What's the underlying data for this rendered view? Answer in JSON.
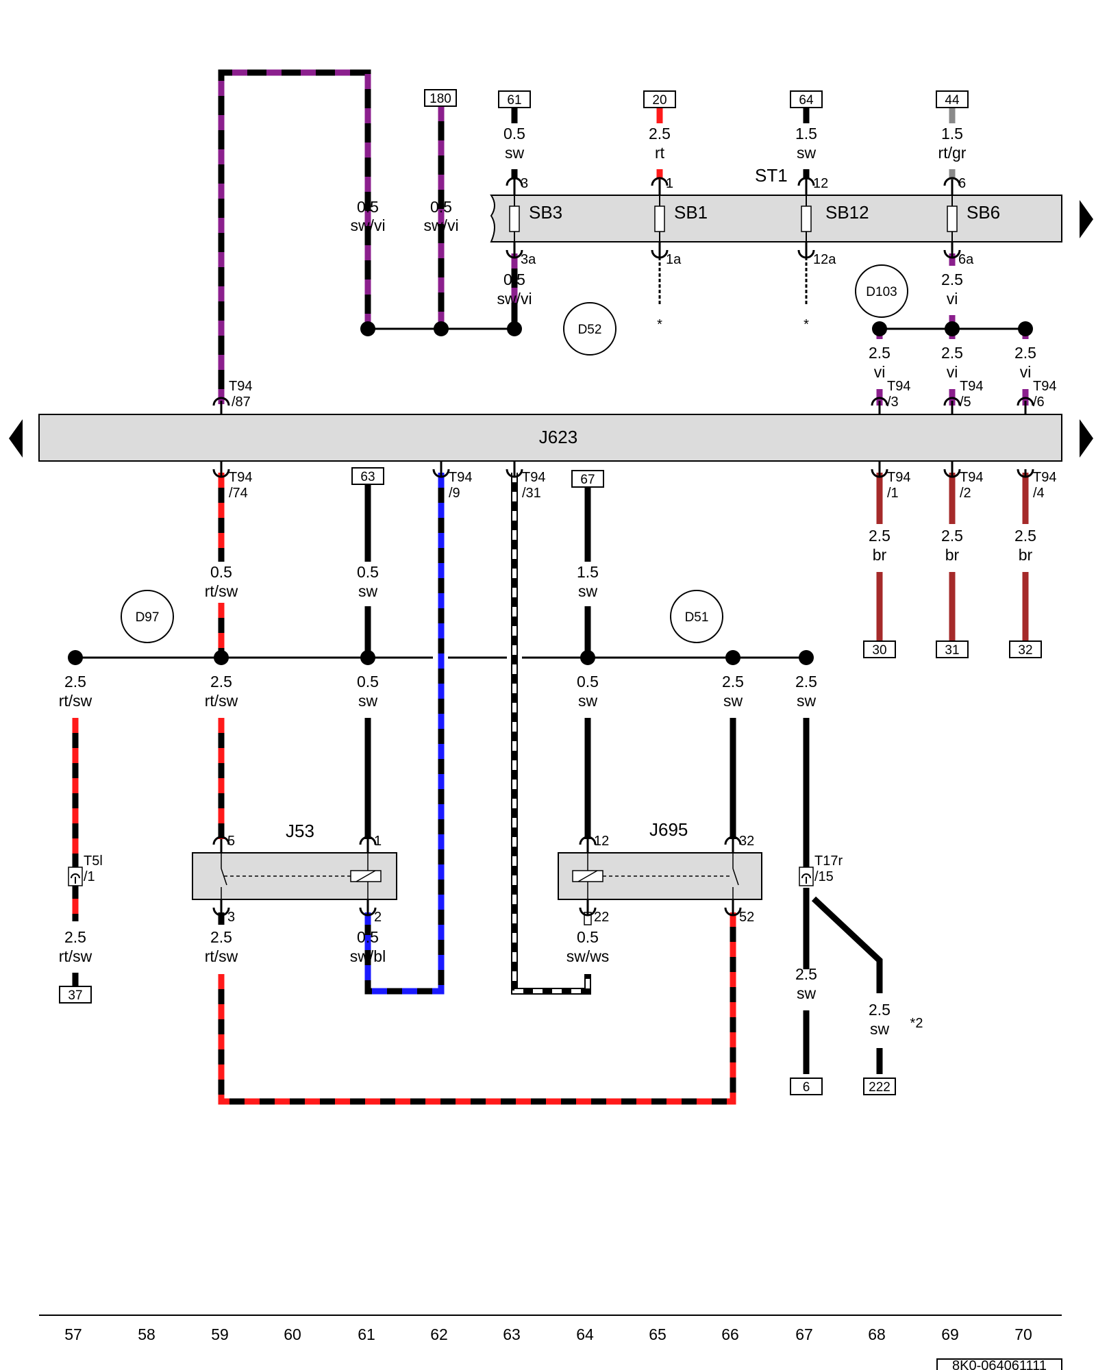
{
  "colors": {
    "sw": "#000000",
    "vi": "#8b1f8d",
    "rt": "#ff1a1a",
    "bl": "#1a1aff",
    "ws": "#ffffff",
    "br": "#a52a2a",
    "gr": "#8a8a8a",
    "component_fill": "#dcdcdc"
  },
  "components": {
    "st1": "ST1",
    "j623": "J623",
    "j53": "J53",
    "j695": "J695",
    "fuses": [
      "SB3",
      "SB1",
      "SB12",
      "SB6"
    ]
  },
  "ground_points": [
    "D52",
    "D103",
    "D97",
    "D51"
  ],
  "refs": {
    "r180": "180",
    "r61": "61",
    "r20": "20",
    "r64": "64",
    "r44": "44",
    "r63": "63",
    "r67": "67",
    "r30": "30",
    "r31": "31",
    "r32": "32",
    "r37": "37",
    "r6": "6",
    "r222": "222"
  },
  "wires": {
    "w1": [
      "0.5",
      "sw/vi"
    ],
    "w2": [
      "0.5",
      "sw/vi"
    ],
    "w3": [
      "0.5",
      "sw"
    ],
    "w4": [
      "2.5",
      "rt"
    ],
    "w5": [
      "1.5",
      "sw"
    ],
    "w6": [
      "1.5",
      "rt/gr"
    ],
    "w7": [
      "0.5",
      "sw/vi"
    ],
    "w8": [
      "2.5",
      "vi"
    ],
    "w9": [
      "2.5",
      "vi"
    ],
    "w10": [
      "2.5",
      "vi"
    ],
    "w11": [
      "2.5",
      "vi"
    ],
    "w12": [
      "0.5",
      "rt/sw"
    ],
    "w13": [
      "0.5",
      "sw"
    ],
    "w14": [
      "1.5",
      "sw"
    ],
    "w15": [
      "2.5",
      "br"
    ],
    "w16": [
      "2.5",
      "br"
    ],
    "w17": [
      "2.5",
      "br"
    ],
    "w18": [
      "2.5",
      "rt/sw"
    ],
    "w19": [
      "2.5",
      "rt/sw"
    ],
    "w20": [
      "0.5",
      "sw"
    ],
    "w21": [
      "0.5",
      "sw"
    ],
    "w22": [
      "2.5",
      "sw"
    ],
    "w23": [
      "2.5",
      "sw"
    ],
    "w24": [
      "2.5",
      "rt/sw"
    ],
    "w25": [
      "2.5",
      "rt/sw"
    ],
    "w26": [
      "0.5",
      "sw/bl"
    ],
    "w27": [
      "0.5",
      "sw/ws"
    ],
    "w28": [
      "2.5",
      "sw"
    ],
    "w29": [
      "2.5",
      "sw"
    ]
  },
  "pins": {
    "sb3_in": "3",
    "sb1_in": "1",
    "sb12_in": "12",
    "sb6_in": "6",
    "sb3_out": "3a",
    "sb1_out": "1a",
    "sb12_out": "12a",
    "sb6_out": "6a",
    "t94_87": [
      "T94",
      "/87"
    ],
    "t94_3": [
      "T94",
      "/3"
    ],
    "t94_5": [
      "T94",
      "/5"
    ],
    "t94_6": [
      "T94",
      "/6"
    ],
    "t94_74": [
      "T94",
      "/74"
    ],
    "t94_9": [
      "T94",
      "/9"
    ],
    "t94_31": [
      "T94",
      "/31"
    ],
    "t94_1": [
      "T94",
      "/1"
    ],
    "t94_2": [
      "T94",
      "/2"
    ],
    "t94_4": [
      "T94",
      "/4"
    ],
    "j53_5": "5",
    "j53_1": "1",
    "j53_3": "3",
    "j53_2": "2",
    "j695_12": "12",
    "j695_32": "32",
    "j695_22": "22",
    "j695_52": "52",
    "t5l": [
      "T5l",
      "/1"
    ],
    "t17r": [
      "T17r",
      "/15"
    ]
  },
  "notes": {
    "star1": "*",
    "star2": "*",
    "note2": "*2"
  },
  "columns": [
    "57",
    "58",
    "59",
    "60",
    "61",
    "62",
    "63",
    "64",
    "65",
    "66",
    "67",
    "68",
    "69",
    "70"
  ],
  "doc_code": "8K0-064061111"
}
